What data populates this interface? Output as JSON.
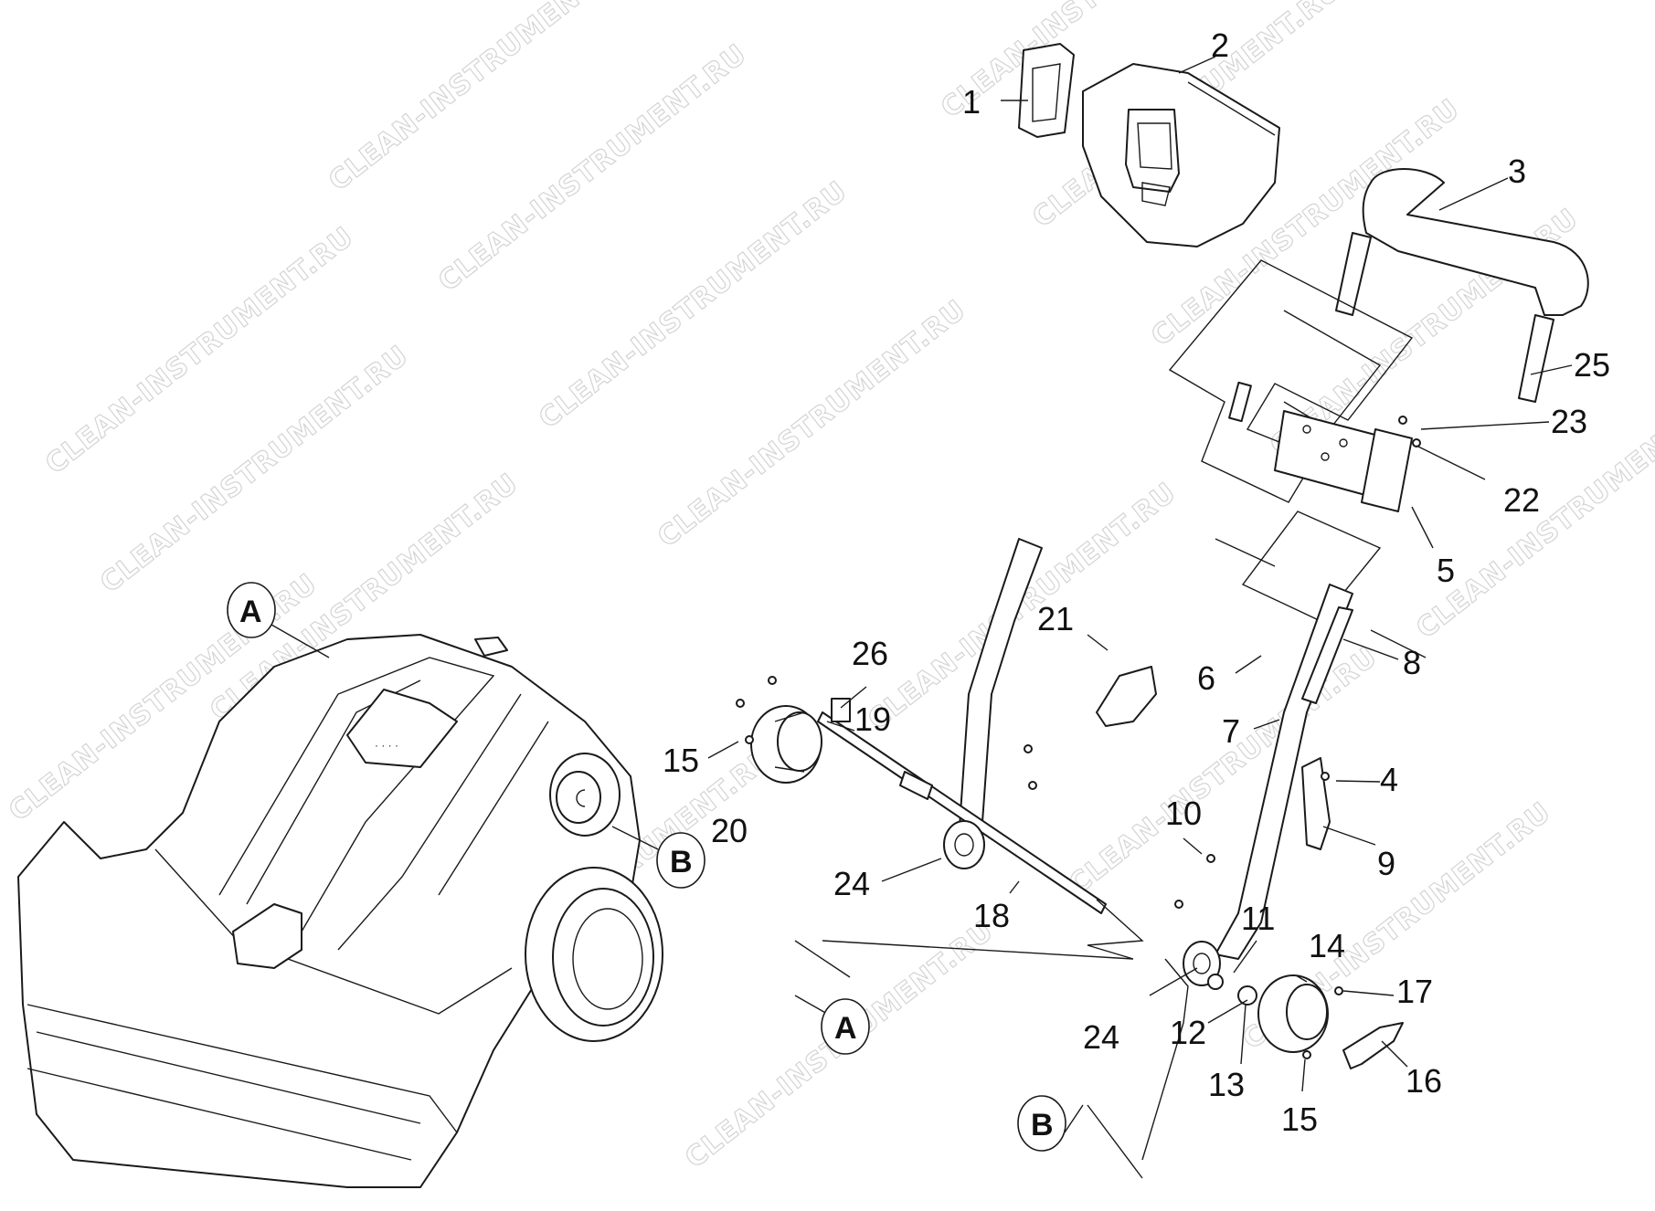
{
  "callouts": [
    "1",
    "2",
    "3",
    "25",
    "23",
    "22",
    "5",
    "21",
    "26",
    "6",
    "8",
    "19",
    "7",
    "15",
    "4",
    "20",
    "10",
    "9",
    "24",
    "18",
    "11",
    "14",
    "17",
    "12",
    "13",
    "16"
  ],
  "section_refs": [
    "A",
    "B"
  ],
  "watermark": "CLEAN-INSTRUMENT.RU",
  "colors": {
    "line": "#1a1a1a",
    "background": "#ffffff",
    "watermark": "#d4d4d4"
  }
}
